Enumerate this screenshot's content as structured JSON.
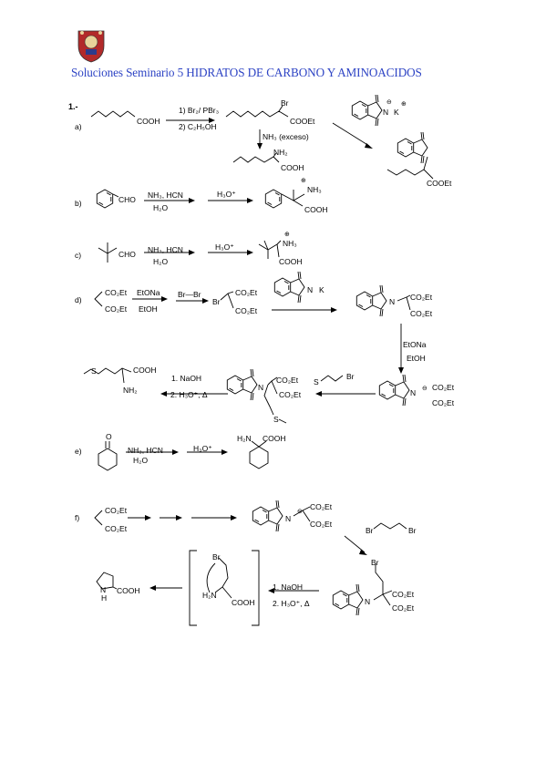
{
  "header": {
    "title": "Soluciones Seminario 5  HIDRATOS DE CARBONO  Y AMINOACIDOS",
    "crest_icon": "university-crest-icon"
  },
  "question_number": "1.-",
  "parts": {
    "a": {
      "label": "a)",
      "start": "COOH",
      "step1_line1": "1) Br₂/ PBr₃",
      "step1_line2": "2) C₂H₅OH",
      "product1_br": "Br",
      "product1_group": "COOEt",
      "step2": "NH₃ (exceso)",
      "product2_amine": "NH₂",
      "product2_acid": "COOH",
      "reagent_k": "K",
      "reagent_n": "N",
      "reagent_charge_neg": "⊖",
      "reagent_charge_pos": "⊕",
      "product3_group": "COOEt"
    },
    "b": {
      "label": "b)",
      "start": "CHO",
      "reagents_top": "NH₃, HCN",
      "reagents_bottom": "H₂O",
      "step2": "H₃O⁺",
      "product_amine": "NH₃",
      "product_charge": "⊕",
      "product_acid": "COOH"
    },
    "c": {
      "label": "c)",
      "start": "CHO",
      "reagents_top": "NH₃, HCN",
      "reagents_bottom": "H₂O",
      "step2": "H₃O⁺",
      "product_amine": "NH₃",
      "product_charge": "⊕",
      "product_acid": "COOH"
    },
    "d": {
      "label": "d)",
      "ester_top": "CO₂Et",
      "ester_bottom": "CO₂Et",
      "reagents_top": "EtONa",
      "reagents_bottom": "EtOH",
      "reagent_bromine": "Br—Br",
      "bromo_br": "Br",
      "phthalimide_k": "K",
      "phthalimide_n": "N",
      "step_base_top": "EtONa",
      "step_base_bottom": "EtOH",
      "alkyl_halide_s": "S",
      "alkyl_halide_br": "Br",
      "hydrolysis_1": "1. NaOH",
      "hydrolysis_2": "2. H₃O⁺, Δ",
      "product_acid": "COOH",
      "product_amine": "NH₂",
      "product_s": "S",
      "carbanion_charge": "⊖"
    },
    "e": {
      "label": "e)",
      "reagents_top": "NH₃, HCN",
      "reagents_bottom": "H₂O",
      "step2": "H₃O⁺",
      "product_amine": "H₂N",
      "product_acid": "COOH",
      "ketone_o": "O"
    },
    "f": {
      "label": "f)",
      "ester_top": "CO₂Et",
      "ester_bottom": "CO₂Et",
      "dibromide_left": "Br",
      "dibromide_right": "Br",
      "hydrolysis_1": "1. NaOH",
      "hydrolysis_2": "2. H₃O⁺, Δ",
      "intermediate_br": "Br",
      "intermediate_amine": "H₂N",
      "intermediate_acid": "COOH",
      "product_nh": "N",
      "product_h": "H",
      "product_acid": "COOH",
      "alkyl_br": "Br"
    }
  }
}
